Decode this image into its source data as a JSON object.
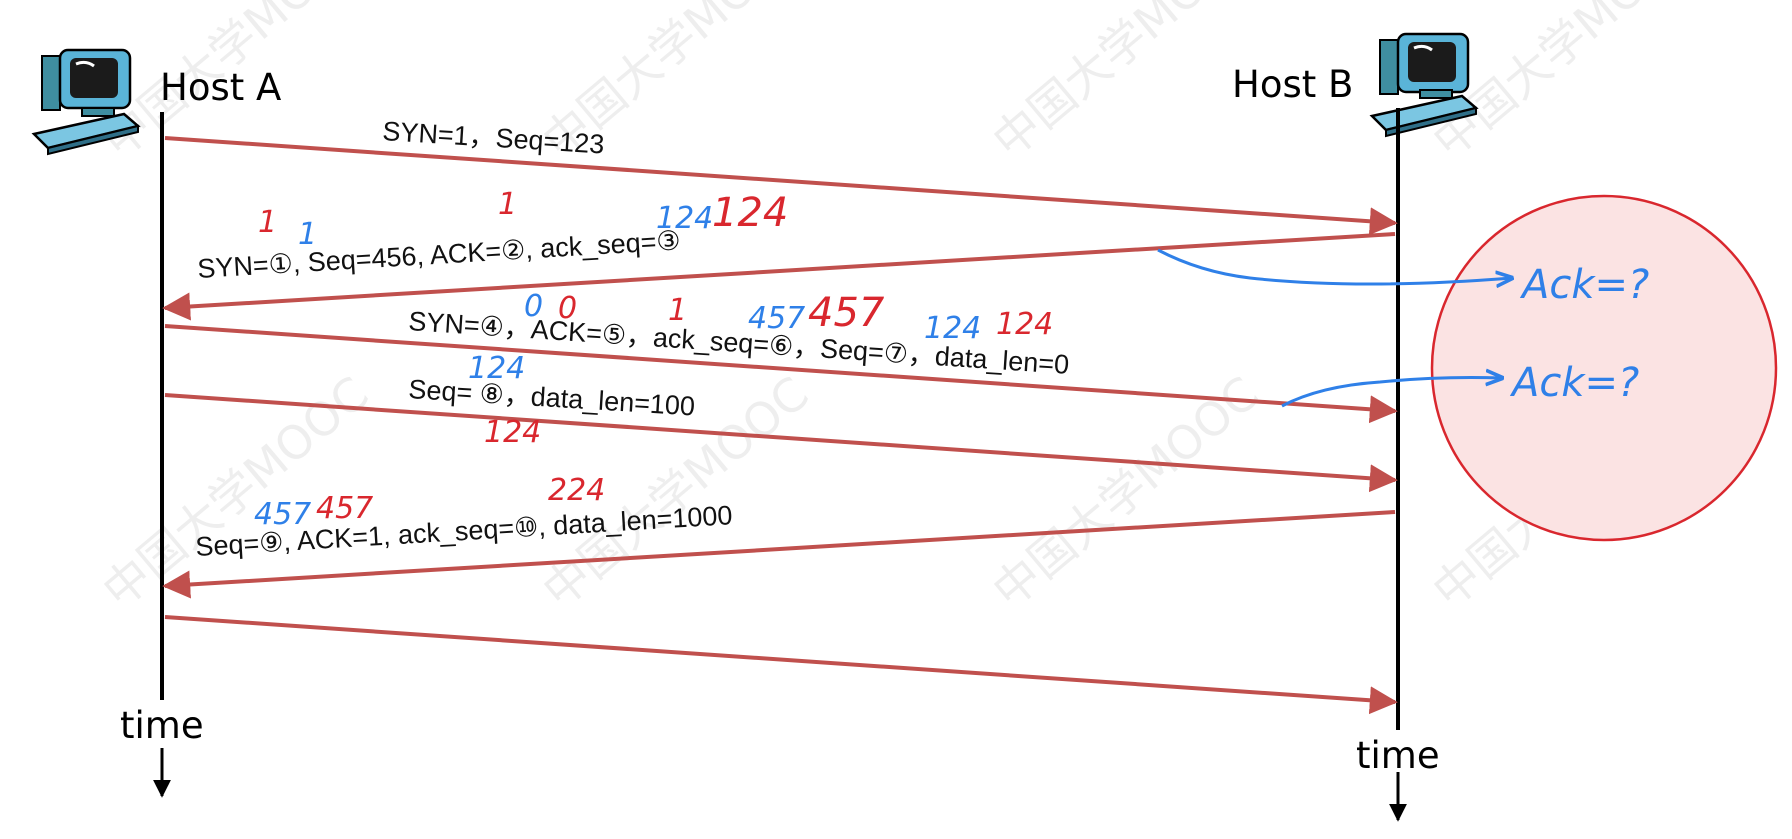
{
  "hosts": {
    "a_label": "Host A",
    "b_label": "Host B"
  },
  "time_label": "time",
  "messages": [
    {
      "label": "SYN=1，Seq=123",
      "direction": "A-to-B"
    },
    {
      "label": "SYN=①, Seq=456, ACK=②, ack_seq=③",
      "direction": "B-to-A"
    },
    {
      "label": "SYN=④，ACK=⑤，ack_seq=⑥，Seq=⑦，data_len=0",
      "direction": "A-to-B"
    },
    {
      "label": "Seq= ⑧，data_len=100",
      "direction": "A-to-B"
    },
    {
      "label": "Seq=⑨, ACK=1, ack_seq=⑩, data_len=1000",
      "direction": "B-to-A"
    },
    {
      "label": "",
      "direction": "A-to-B"
    }
  ],
  "annotations": {
    "ans1_blue": "1",
    "ans1_red": "1",
    "ans2_red": "1",
    "ans3_blue": "124",
    "ans3_red": "124",
    "ans4_blue": "0",
    "ans4_red": "0",
    "ans5_red": "1",
    "ans6_blue": "457",
    "ans6_red": "457",
    "ans7_blue": "124",
    "ans7_red": "124",
    "ans8_blue": "124",
    "ans8_red": "124",
    "ans9_blue": "457",
    "ans9_red": "457",
    "ans10_red": "224",
    "question1": "Ack=?",
    "question2": "Ack=?"
  },
  "watermark": "中国大学MOOC",
  "colors": {
    "arrow": "#c0504d",
    "blue_ink": "#2f80e8",
    "red_ink": "#d9272e",
    "circle_fill": "#fbe3e3",
    "circle_stroke": "#d9272e"
  }
}
